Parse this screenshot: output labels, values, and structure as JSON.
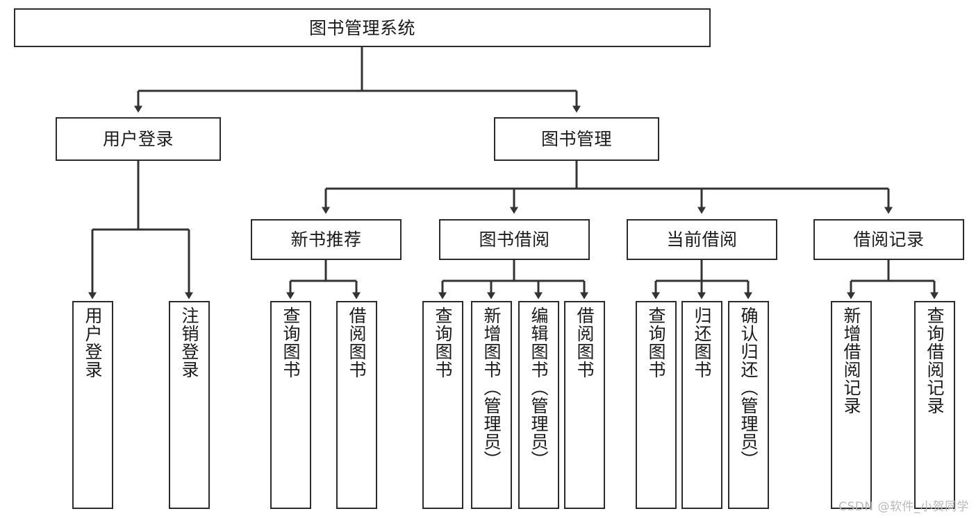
{
  "diagram": {
    "title": "图书管理系统",
    "type": "tree-hierarchy",
    "watermark": "CSDN @软件_小贺同学",
    "colors": {
      "node_border": "#2b2b2b",
      "node_fill": "#ffffff",
      "edge": "#333333",
      "text": "#1a1a1a",
      "watermark": "#b9b9b9",
      "background": "#ffffff"
    },
    "nodes": {
      "root": {
        "label": "图书管理系统"
      },
      "level2": [
        {
          "id": "user-login",
          "label": "用户登录"
        },
        {
          "id": "book-management",
          "label": "图书管理"
        }
      ],
      "level3": [
        {
          "id": "new-book-recommend",
          "label": "新书推荐"
        },
        {
          "id": "book-borrow",
          "label": "图书借阅"
        },
        {
          "id": "current-borrow",
          "label": "当前借阅"
        },
        {
          "id": "borrow-record",
          "label": "借阅记录"
        }
      ],
      "leaves": {
        "user_login": [
          {
            "id": "leaf-user-login",
            "label": "用户登录"
          },
          {
            "id": "leaf-logout-login",
            "label": "注销登录"
          }
        ],
        "new_book_recommend": [
          {
            "id": "leaf-query-book-1",
            "label": "查询图书"
          },
          {
            "id": "leaf-borrow-book-1",
            "label": "借阅图书"
          }
        ],
        "book_borrow": [
          {
            "id": "leaf-query-book-2",
            "label": "查询图书"
          },
          {
            "id": "leaf-add-book",
            "label": "新增图书（管理员）"
          },
          {
            "id": "leaf-edit-book",
            "label": "编辑图书（管理员）"
          },
          {
            "id": "leaf-borrow-book-2",
            "label": "借阅图书"
          }
        ],
        "current_borrow": [
          {
            "id": "leaf-query-book-3",
            "label": "查询图书"
          },
          {
            "id": "leaf-return-book",
            "label": "归还图书"
          },
          {
            "id": "leaf-confirm-return",
            "label": "确认归还（管理员）"
          }
        ],
        "borrow_record": [
          {
            "id": "leaf-add-borrow-record",
            "label": "新增借阅记录"
          },
          {
            "id": "leaf-query-borrow-record",
            "label": "查询借阅记录"
          }
        ]
      }
    }
  }
}
